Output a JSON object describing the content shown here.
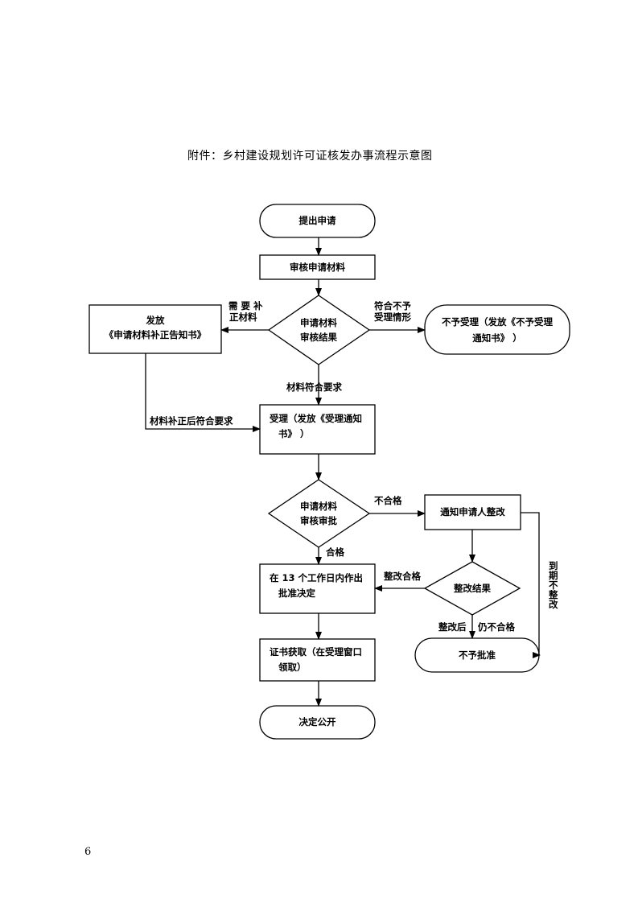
{
  "page": {
    "title": "附件：乡村建设规划许可证核发办事流程示意图",
    "page_number": "6"
  },
  "nodes": {
    "apply": "提出申请",
    "review_materials": "审核申请材料",
    "review_result": [
      "申请材料",
      "审核结果"
    ],
    "supplement_notice": [
      "发放",
      "《申请材料补正告知书》"
    ],
    "reject_acceptance": [
      "不予受理（发放《不予受理",
      "通知书》  ）"
    ],
    "acceptance": [
      "受理（发放《受理通知",
      "书》  ）"
    ],
    "approval_review": [
      "申请材料",
      "审核审批"
    ],
    "notify_rectify": "通知申请人整改",
    "decision": [
      "在 13 个工作日内作出",
      "批准决定"
    ],
    "rectify_result": "整改结果",
    "not_approved": "不予批准",
    "certificate": [
      "证书获取（在受理窗口",
      "领取）"
    ],
    "publish": "决定公开"
  },
  "edge_labels": {
    "need_supplement": [
      "需 要 补",
      "正材料"
    ],
    "not_eligible": [
      "符合不予",
      "受理情形"
    ],
    "meets_requirements": "材料符合要求",
    "supplement_ok": "材料补正后符合要求",
    "fail": "不合格",
    "pass": "合格",
    "rectify_pass": "整改合格",
    "after_rectify": "整改后",
    "still_fail": "仍不合格",
    "overdue": [
      "到",
      "期",
      "不",
      "整",
      "改"
    ]
  }
}
